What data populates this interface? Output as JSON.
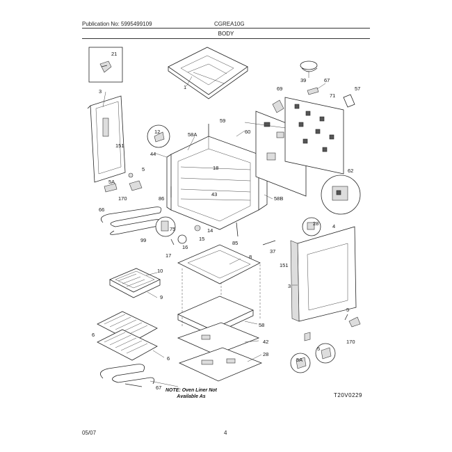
{
  "header": {
    "publication": "Publication No: 5995499109",
    "model": "CGREA10G",
    "section": "BODY"
  },
  "footer": {
    "date": "05/07",
    "page": "4"
  },
  "diagram": {
    "note_line1": "NOTE: Oven Liner Not",
    "note_line2": "Available As",
    "drawing_code": "T20V0229",
    "callouts": {
      "c21": "21",
      "c3a": "3",
      "c151a": "151",
      "c5a": "5",
      "c5aa": "5A",
      "c170a": "170",
      "c66": "66",
      "c99": "99",
      "c1": "1",
      "c12": "12",
      "c44": "44",
      "c58a": "58A",
      "c59": "59",
      "c60": "60",
      "c18": "18",
      "c43": "43",
      "c86": "86",
      "c58b": "58B",
      "c39": "39",
      "c69": "69",
      "c67a": "67",
      "c71": "71",
      "c57": "57",
      "c62": "62",
      "c75": "75",
      "c14": "14",
      "c15": "15",
      "c16": "16",
      "c17": "17",
      "c85": "85",
      "c8": "8",
      "c37": "37",
      "c28a": "28",
      "c4": "4",
      "c151b": "151",
      "c3b": "3",
      "c10": "10",
      "c9": "9",
      "c6a": "6",
      "c6b": "6",
      "c58": "58",
      "c42": "42",
      "c28b": "28",
      "c67b": "67",
      "c5b": "5",
      "c170b": "170",
      "c5c": "5",
      "c5ab": "5A"
    }
  }
}
